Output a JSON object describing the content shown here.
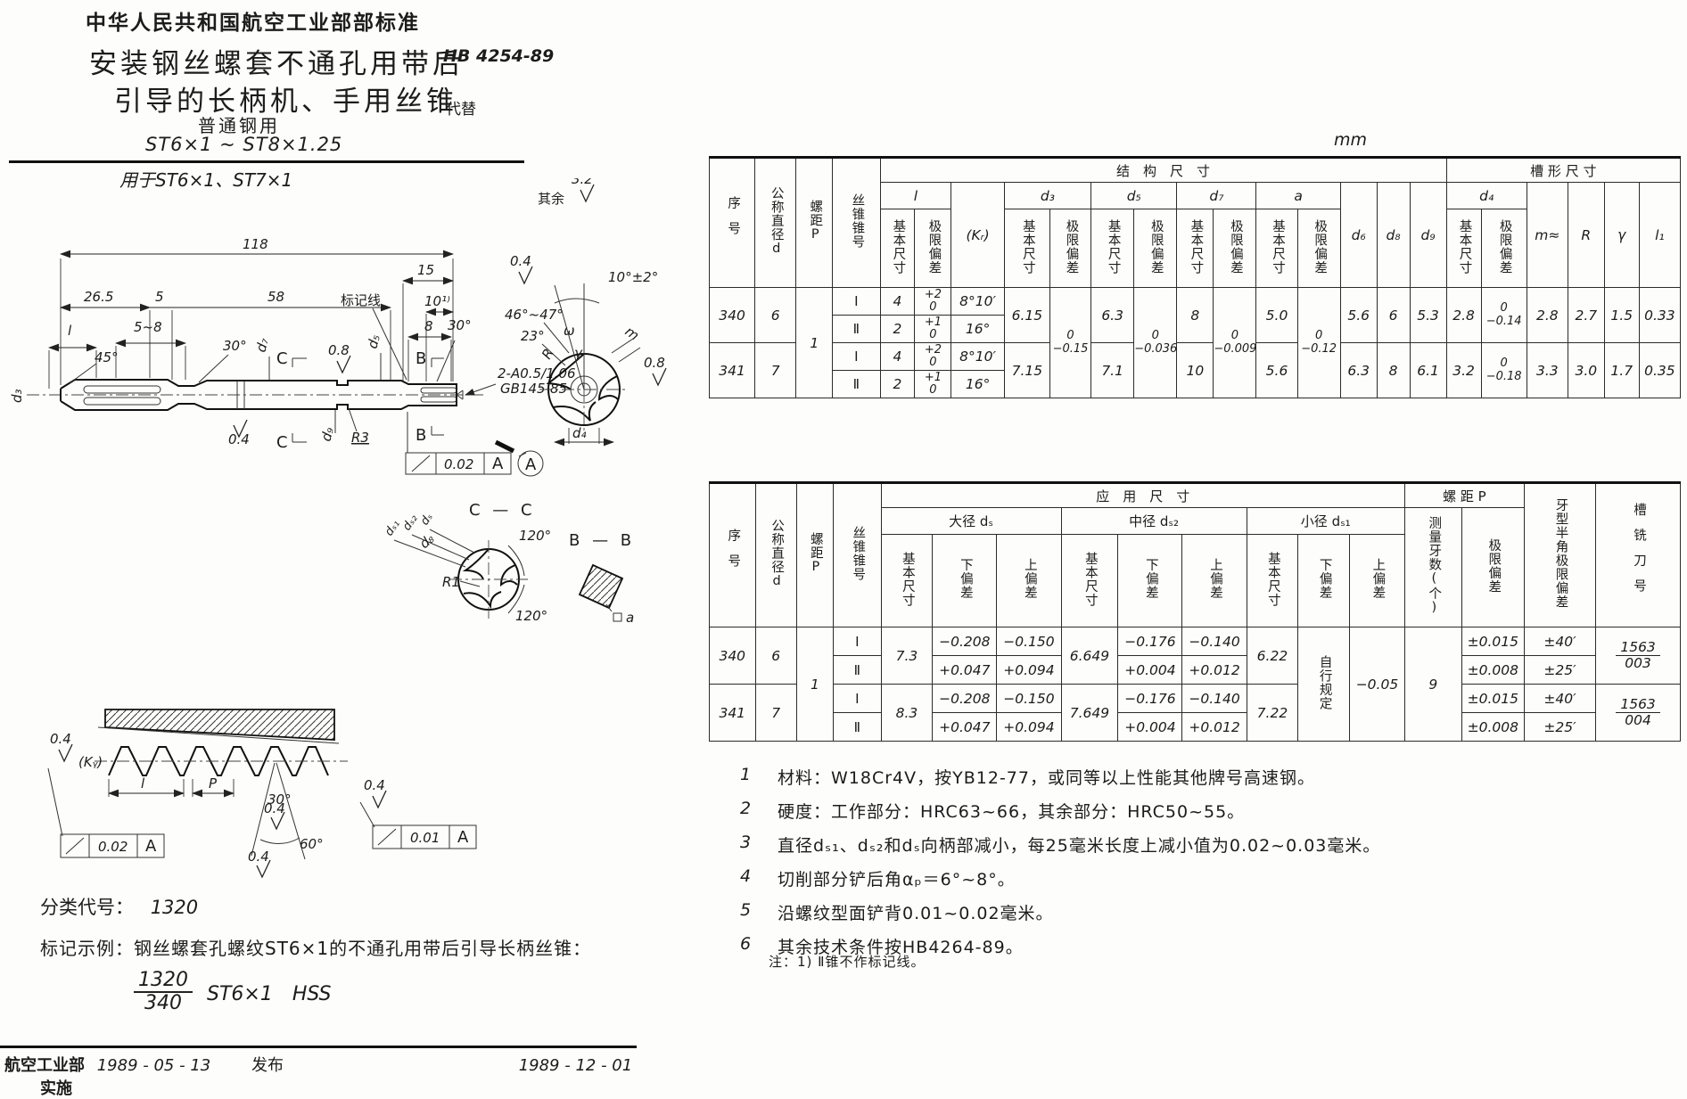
{
  "header": {
    "org": "中华人民共和国航空工业部部标准",
    "title1": "安装钢丝螺套不通孔用带后",
    "title2": "引导的长柄机、手用丝锥",
    "subtitle1": "普通钢用",
    "subtitle2": "ST6×1 ~ ST8×1.25",
    "subtitle3": "用于ST6×1、ST7×1",
    "std_no": "HB 4254-89",
    "replaces": "代替",
    "unit": "mm"
  },
  "dw": {
    "qy": "其余",
    "f32": "3.2",
    "d118": "118",
    "d15": "15",
    "d265": "26.5",
    "d5": "5",
    "d58": "58",
    "bjx": "标记线",
    "d10": "10¹⁾",
    "l": "l",
    "r58": "5~8",
    "d8": "8",
    "a45": "45°",
    "a30": "30°",
    "a30b": "30°",
    "a30c": "30°",
    "d3": "d₃",
    "d7": "d₇",
    "d5l": "d₅",
    "d9": "d₉",
    "r3": "R3",
    "f08": "0.8",
    "f04": "0.4",
    "ch1": "2-A0.5/1.06",
    "ch2": "GB145-85",
    "C": "C",
    "B": "B",
    "tol1": "0.02",
    "tol2": "0.01",
    "A": "A",
    "a10": "10°±2°",
    "a4647": "46°~47°",
    "a23": "23°",
    "om": "ω",
    "R": "R",
    "ga": "γ",
    "m": "m",
    "d4": "d₄",
    "cc": "C — C",
    "bb": "B — B",
    "d8l": "d₈",
    "a120": "120°",
    "r1": "R1",
    "qa": "a",
    "ds1": "dₛ₁",
    "ds2": "dₛ₂",
    "ds": "dₛ",
    "kg": "(Kᵧ)",
    "P": "P",
    "a60": "60°"
  },
  "table1": {
    "h": {
      "xh": "序号",
      "d": "公称直径d",
      "p": "螺距P",
      "zh": "丝锥锥号",
      "gs": "结　构　尺　寸",
      "gg": "槽 形 尺 寸",
      "l": "l",
      "kr": "(Kᵣ)",
      "d3": "d₃",
      "d5": "d₅",
      "d7": "d₇",
      "a": "a",
      "jb": "基本尺寸",
      "jx": "极限偏差",
      "d6": "d₆",
      "d8": "d₈",
      "d9": "d₉",
      "d4": "d₄",
      "m": "m≈",
      "R": "R",
      "ga": "γ",
      "l1": "l₁"
    },
    "r": {
      "n340": "340",
      "n341": "341",
      "d6v": "6",
      "d7v": "7",
      "p": "1",
      "c1": "Ⅰ",
      "c2": "Ⅱ",
      "l4": "4",
      "l2": "2",
      "ld1": "+2\n0",
      "ld2": "+1\n0",
      "kr1": "8°10′",
      "kr2": "16°",
      "d3d": "0\n−0.15",
      "d5d": "0\n−0.036",
      "d7d": "0\n−0.009",
      "ad": "0\n−0.12",
      "a340": {
        "d3": "6.15",
        "d5": "6.3",
        "d7": "8",
        "a": "5.0",
        "d6": "5.6",
        "d8": "6",
        "d9": "5.3",
        "d4": "2.8",
        "d4d": "0\n−0.14",
        "m": "2.8",
        "R": "2.7",
        "ga": "1.5",
        "l1": "0.33"
      },
      "a341": {
        "d3": "7.15",
        "d5": "7.1",
        "d7": "10",
        "a": "5.6",
        "d6": "6.3",
        "d8": "8",
        "d9": "6.1",
        "d4": "3.2",
        "d4d": "0\n−0.18",
        "m": "3.3",
        "R": "3.0",
        "ga": "1.7",
        "l1": "0.35"
      }
    }
  },
  "table2": {
    "h": {
      "xh": "序号",
      "d": "公称直径d",
      "p": "螺距P",
      "zh": "丝锥锥号",
      "gy": "应　用　尺　寸",
      "ds": "大径 dₛ",
      "ds2": "中径 dₛ₂",
      "ds1": "小径 dₛ₁",
      "jb": "基本尺寸",
      "x": "下偏差",
      "s": "上偏差",
      "lj": "螺 距 P",
      "cl": "测量牙数(个)",
      "jx": "极限偏差",
      "yx": "牙型半角极限偏差",
      "cx": "槽铣刀号"
    },
    "r": {
      "n340": "340",
      "n341": "341",
      "d6": "6",
      "d7": "7",
      "p": "1",
      "c1": "Ⅰ",
      "c2": "Ⅱ",
      "ds340": "7.3",
      "ds341": "8.3",
      "dsl": "−0.208",
      "dsu": "−0.150",
      "dsl2": "+0.047",
      "dsu2": "+0.094",
      "ds2_340": "6.649",
      "ds2_341": "7.649",
      "d2l": "−0.176",
      "d2u": "−0.140",
      "d2l2": "+0.004",
      "d2u2": "+0.012",
      "ds1_340": "6.22",
      "ds1_341": "7.22",
      "zxgd": "自行规定",
      "su": "−0.05",
      "yn": "9",
      "pe1": "±0.015",
      "pe2": "±0.008",
      "ha1": "±40′",
      "ha2": "±25′",
      "cx340t": "1563",
      "cx340b": "003",
      "cx341t": "1563",
      "cx341b": "004"
    }
  },
  "notes": [
    {
      "no": "1",
      "text": "材料：W18Cr4V，按YB12-77，或同等以上性能其他牌号高速钢。"
    },
    {
      "no": "2",
      "text": "硬度：工作部分：HRC63~66，其余部分：HRC50~55。"
    },
    {
      "no": "3",
      "text": "直径dₛ₁、dₛ₂和dₛ向柄部减小，每25毫米长度上减小值为0.02~0.03毫米。"
    },
    {
      "no": "4",
      "text": "切削部分铲后角αₚ＝6°~8°。"
    },
    {
      "no": "5",
      "text": "沿螺纹型面铲背0.01~0.02毫米。"
    },
    {
      "no": "6",
      "text": "其余技术条件按HB4264-89。"
    }
  ],
  "footnote": "注：1) Ⅱ锥不作标记线。",
  "classification": {
    "label": "分类代号：",
    "value": "1320"
  },
  "marking": {
    "label": "标记示例：钢丝螺套孔螺纹ST6×1的不通孔用带后引导长柄丝锥：",
    "frac_top": "1320",
    "frac_bot": "340",
    "suffix": "ST6×1　HSS"
  },
  "footer": {
    "org": "航空工业部",
    "issue_date": "1989 - 05 - 13",
    "issue": "发布",
    "impl_date": "1989 - 12 - 01",
    "impl": "实施"
  }
}
